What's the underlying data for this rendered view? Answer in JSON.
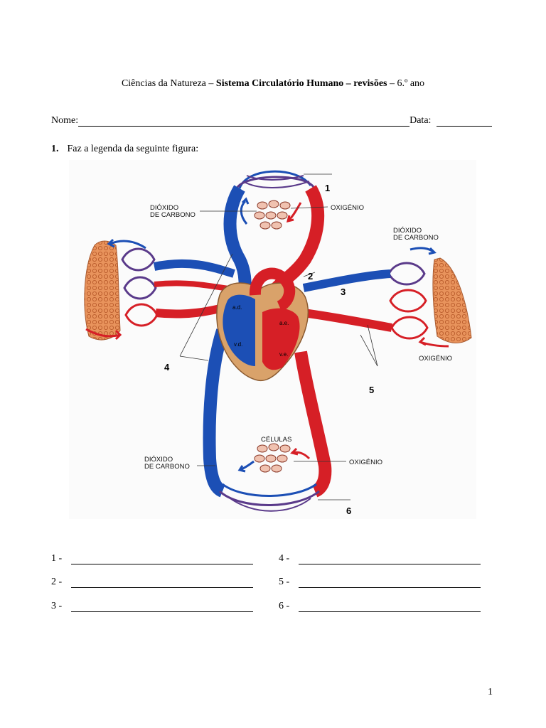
{
  "header": {
    "part1": "Ciências da Natureza – ",
    "part2": "Sistema Circulatório Humano – revisões",
    "part3": " – 6.º ano"
  },
  "form": {
    "name_label": "Nome:",
    "date_label": "Data:"
  },
  "question": {
    "number": "1.",
    "text": "Faz a legenda da seguinte figura:"
  },
  "diagram": {
    "labels": {
      "co2_top": [
        "DIÓXIDO",
        "DE CARBONO"
      ],
      "o2_top": "OXIGÉNIO",
      "co2_right": [
        "DIÓXIDO",
        "DE CARBONO"
      ],
      "o2_right": "OXIGÉNIO",
      "cells": "CÉLULAS",
      "co2_bottom": [
        "DIÓXIDO",
        "DE CARBONO"
      ],
      "o2_bottom": "OXIGÉNIO",
      "heart_ad": "a.d.",
      "heart_vd": "v.d.",
      "heart_ae": "a.e.",
      "heart_ve": "v.e."
    },
    "numbers": [
      "1",
      "2",
      "3",
      "4",
      "5",
      "6"
    ],
    "colors": {
      "artery_red": "#d61f26",
      "vein_blue": "#1c4fb5",
      "lung": "#e8935c",
      "heart_outer": "#d9a26a",
      "cell": "#f0c2b0"
    }
  },
  "answers": [
    {
      "label": "1 -"
    },
    {
      "label": "2 -"
    },
    {
      "label": "3 -"
    },
    {
      "label": "4 -"
    },
    {
      "label": "5 -"
    },
    {
      "label": "6 -"
    }
  ],
  "page_number": "1"
}
